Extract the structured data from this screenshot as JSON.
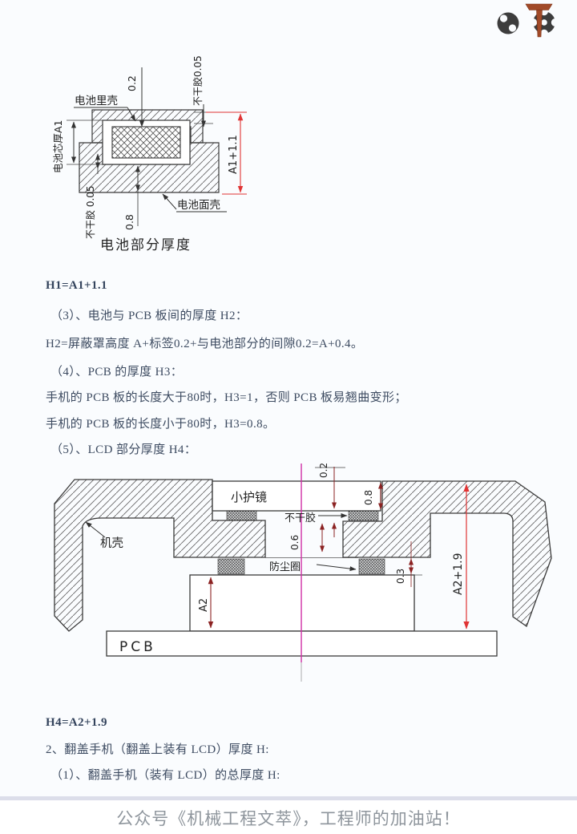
{
  "body": {
    "lines": [
      {
        "text": "H1=A1+1.1"
      },
      {
        "text": "（3）、电池与 PCB 板间的厚度 H2："
      },
      {
        "text": "H2=屏蔽罩高度 A+标签0.2+与电池部分的间隙0.2=A+0.4。"
      },
      {
        "text": "（4）、PCB 的厚度 H3："
      },
      {
        "text": "手机的 PCB 板的长度大于80时，H3=1，否则 PCB 板易翘曲变形；"
      },
      {
        "text": "手机的 PCB 板的长度小于80时，H3=0.8。"
      },
      {
        "text": "（5）、LCD 部分厚度 H4："
      },
      {
        "text": "H4=A2+1.9"
      },
      {
        "text": "2、翻盖手机（翻盖上装有 LCD）厚度 H:"
      },
      {
        "text": "（1）、翻盖手机（装有 LCD）的总厚度 H:"
      }
    ]
  },
  "diagram1": {
    "labels": {
      "inner_shell": "电池里壳",
      "core_thickness": "电池芯厚A1",
      "adhesive_right": "不干胶0.05",
      "adhesive_left": "不干胶 0.05",
      "face_shell": "电池面壳",
      "caption": "电池部分厚度"
    },
    "dims": {
      "top_gap": "0.2",
      "bottom_thk": "0.8",
      "total": "A1+1.1"
    }
  },
  "diagram2": {
    "labels": {
      "casing": "机壳",
      "lens": "小护镜",
      "adhesive": "不干胶",
      "dust_ring": "防尘圈",
      "pcb": "PCB"
    },
    "dims": {
      "gap_top": "0.2",
      "lens_thk": "0.8",
      "gap_mid": "0.6",
      "gap_low": "0.3",
      "lcd_h": "A2",
      "total": "A2+1.9"
    }
  },
  "footer": {
    "text": "公众号《机械工程文萃》，工程师的加油站！"
  },
  "colors": {
    "dim_red": "#e03434",
    "dim_maroon": "#8b2222",
    "centerline": "#d02fa6",
    "body_text": "#3d4b61",
    "footer_text": "#8e959c",
    "logo_copper": "#a14a28",
    "logo_dark": "#3d3d3d"
  }
}
